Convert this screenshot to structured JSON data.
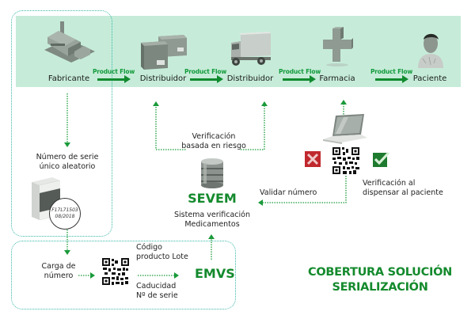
{
  "colors": {
    "band": "#c6ecd9",
    "accent_green": "#148a2d",
    "flow_label": "#129a3a",
    "dotted_teal": "#3bb8a8",
    "dotted_green": "#1a9a3a",
    "reject_red": "#c0282d"
  },
  "supply_chain": {
    "stages": [
      {
        "label": "Fabricante",
        "icon": "factory-icon"
      },
      {
        "label": "Distribuidor",
        "icon": "boxes-icon"
      },
      {
        "label": "Distribuidor",
        "icon": "truck-icon"
      },
      {
        "label": "Farmacia",
        "icon": "pharmacy-cross-icon"
      },
      {
        "label": "Paciente",
        "icon": "patient-icon"
      }
    ],
    "flow_label": "Product Flow"
  },
  "serial": {
    "label_line1": "Número de serie",
    "label_line2": "único aleatorio",
    "box_code": "F17L71503",
    "box_date": "08/2018"
  },
  "risk": {
    "line1": "Verificación",
    "line2": "basada en riesgo"
  },
  "sevem": {
    "name": "SEVEM",
    "line1": "Sistema verificación",
    "line2": "Medicamentos"
  },
  "validate": {
    "label": "Validar número"
  },
  "dispense": {
    "line1": "Verificación al",
    "line2": "dispensar al paciente"
  },
  "emvs_box": {
    "load_line1": "Carga de",
    "load_line2": "número",
    "code_line1": "Código",
    "code_line2": "producto Lote",
    "exp_line1": "Caducidad",
    "exp_line2": "Nº de serie",
    "name": "EMVS"
  },
  "title": {
    "line1": "COBERTURA SOLUCIÓN",
    "line2": "SERIALIZACIÓN"
  }
}
